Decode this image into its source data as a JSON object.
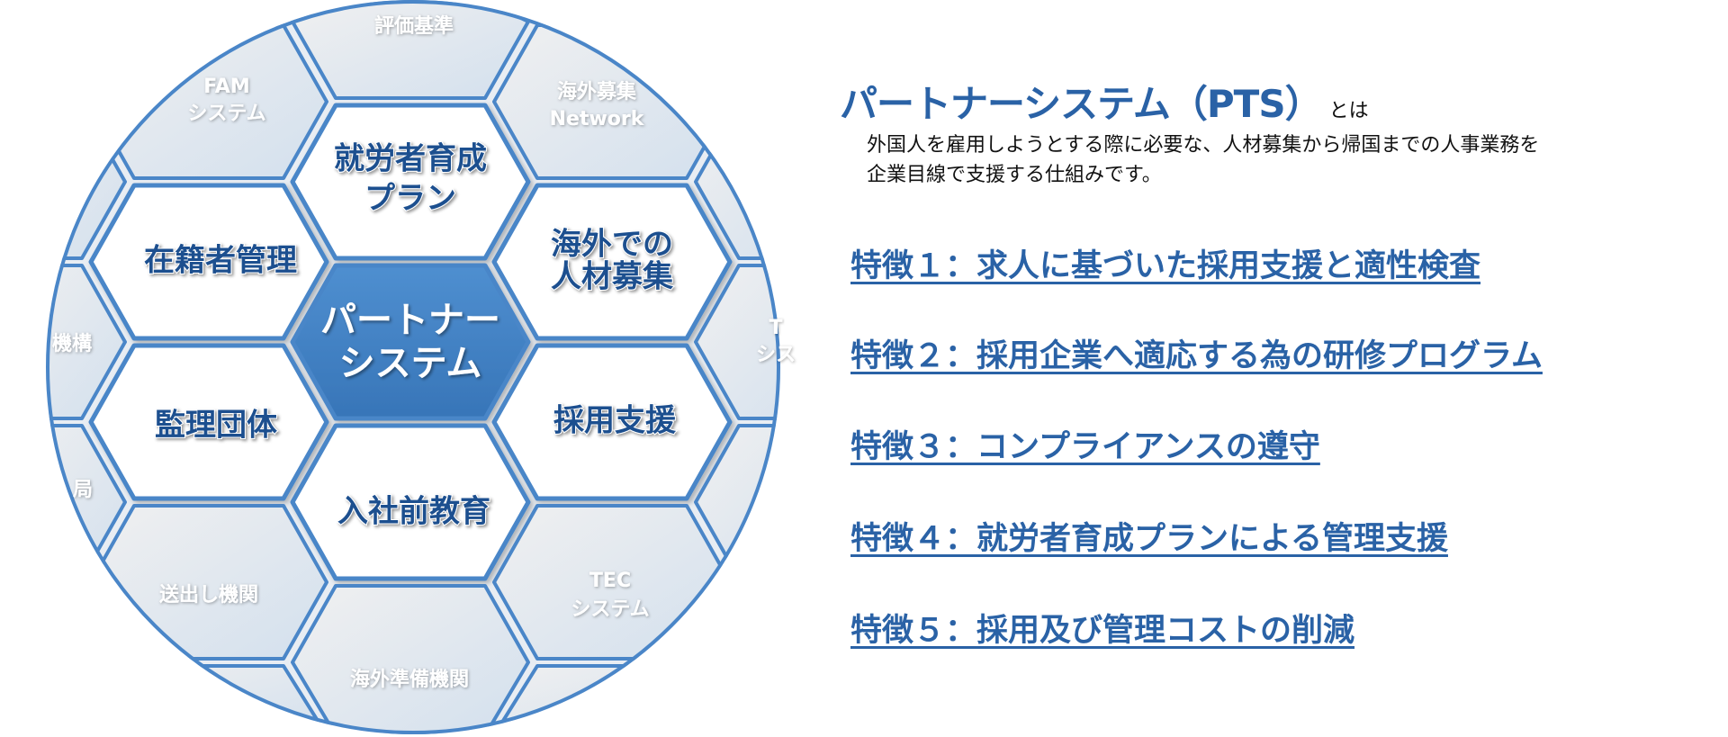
{
  "diagram": {
    "center": [
      "パートナー",
      "システム"
    ],
    "inner": {
      "top": [
        "就労者育成",
        "プラン"
      ],
      "upper_left": [
        "在籍者管理"
      ],
      "upper_right": [
        "海外での",
        "人材募集"
      ],
      "lower_left": [
        "監理団体"
      ],
      "lower_right": [
        "採用支援"
      ],
      "bottom": [
        "入社前教育"
      ]
    },
    "outer": {
      "top": [
        "評価基準"
      ],
      "top_left": [
        "FAM",
        "システム"
      ],
      "top_right": [
        "海外募集",
        "Network"
      ],
      "left": [
        "機構"
      ],
      "right": [
        "T",
        "シス"
      ],
      "lower_left_edge": [
        "局"
      ],
      "bottom_left": [
        "送出し機関"
      ],
      "bottom_right": [
        "TEC",
        "システム"
      ],
      "bottom": [
        "海外準備機関"
      ]
    },
    "colors": {
      "accent": "#2a62a6",
      "center_fill": "#3f80c4",
      "border": "#4a86c8"
    }
  },
  "info": {
    "title": "パートナーシステム（PTS）",
    "title_suffix": "とは",
    "description": [
      "外国人を雇用しようとする際に必要な、人材募集から帰国までの人事業務を",
      "企業目線で支援する仕組みです。"
    ],
    "features": [
      "特徴１：求人に基づいた採用支援と適性検査",
      "特徴２：採用企業へ適応する為の研修プログラム",
      "特徴３：コンプライアンスの遵守",
      "特徴４：就労者育成プランによる管理支援",
      "特徴５：採用及び管理コストの削減"
    ]
  }
}
